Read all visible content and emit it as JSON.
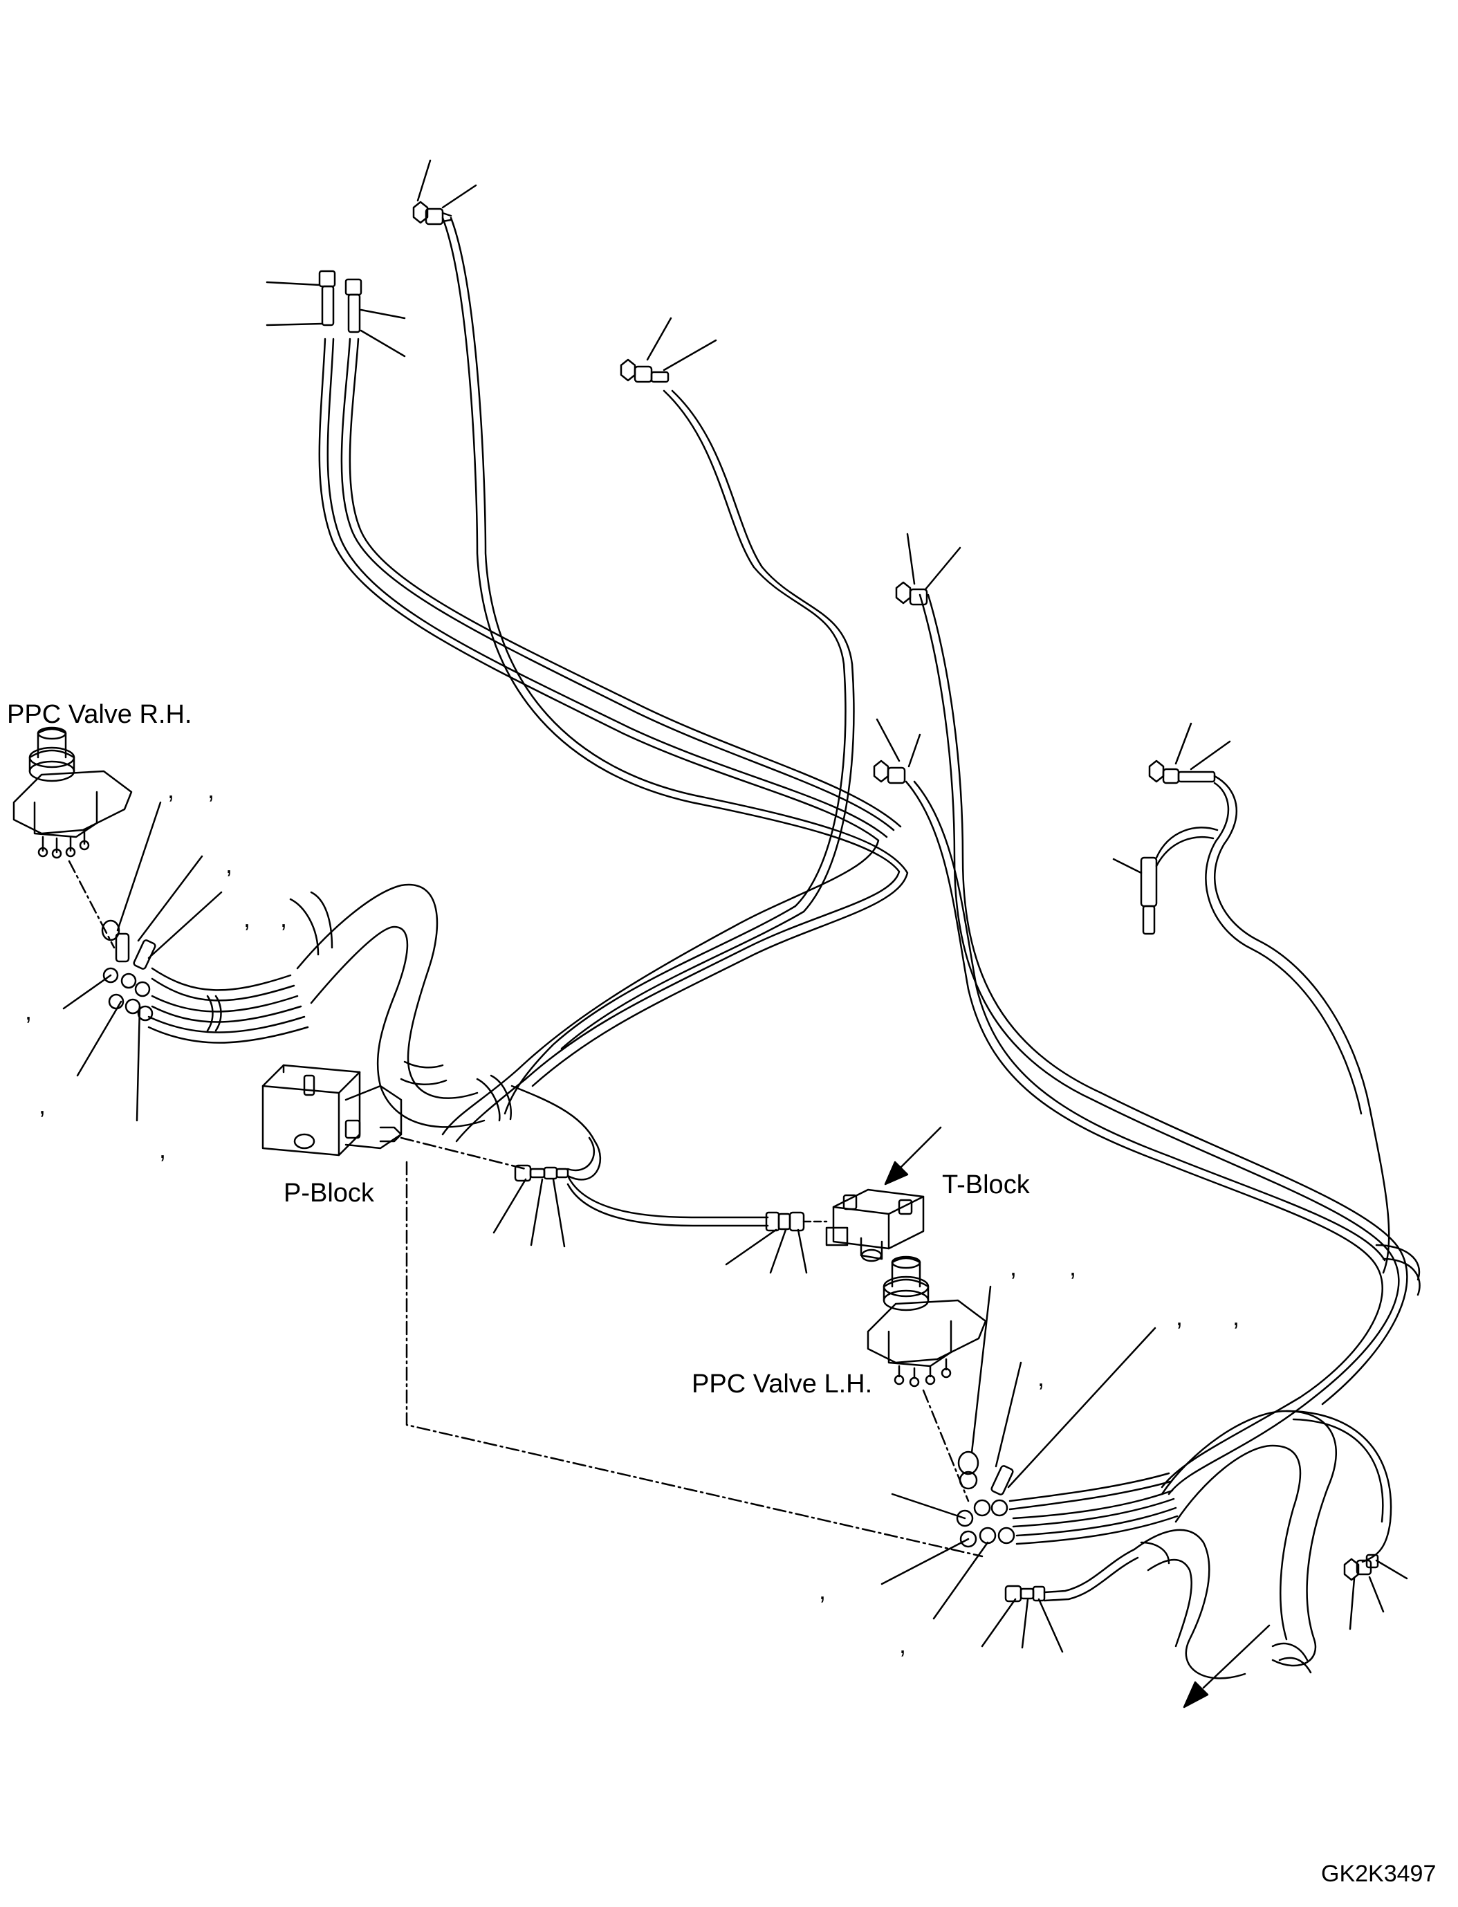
{
  "labels": {
    "ppc_valve_rh": "PPC Valve R.H.",
    "ppc_valve_lh": "PPC Valve L.H.",
    "p_block": "P-Block",
    "t_block": "T-Block",
    "drawing_code": "GK2K3497"
  },
  "commas": [
    ",",
    ",",
    ",",
    ",",
    ",",
    ",",
    ",",
    ",",
    ",",
    ",",
    ",",
    ",",
    ",",
    ",",
    ",",
    ","
  ],
  "colors": {
    "line": "#000000",
    "background": "#ffffff"
  }
}
